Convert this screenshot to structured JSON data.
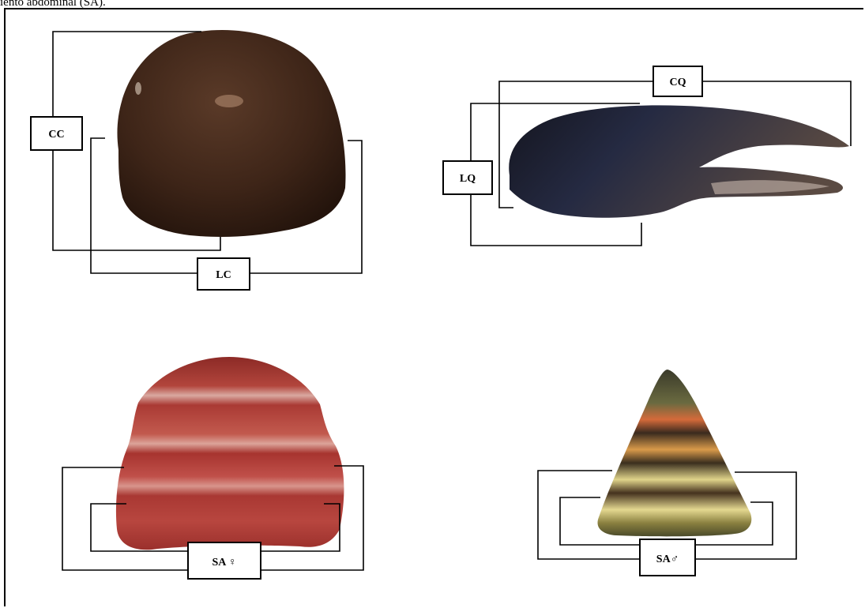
{
  "caption": {
    "fragment": "iento abdominal (SA)."
  },
  "labels": {
    "cc": "CC",
    "lc": "LC",
    "cq": "CQ",
    "lq": "LQ",
    "sa_female": "SA ♀",
    "sa_male": "SA♂"
  },
  "colors": {
    "frame": "#000000",
    "carapace": "#3f2518",
    "claw": "#1f2233",
    "abdomen_female": "#a73a35",
    "abdomen_male": "#6e6534"
  }
}
